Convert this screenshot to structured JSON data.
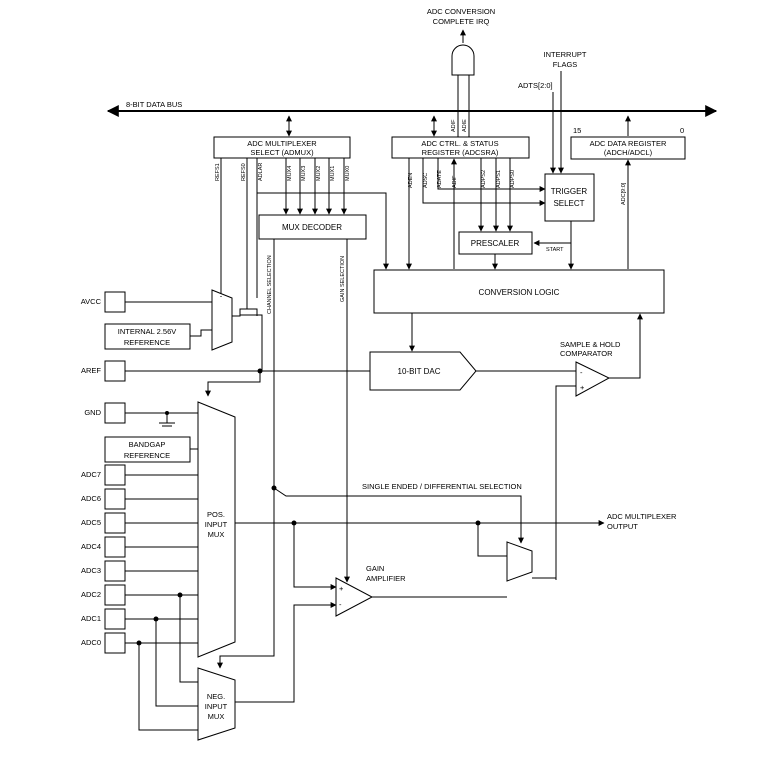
{
  "diagram": {
    "labels": {
      "irq_line1": "ADC CONVERSION",
      "irq_line2": "COMPLETE IRQ",
      "int_flags_line1": "INTERRUPT",
      "int_flags_line2": "FLAGS",
      "adts": "ADTS[2:0]",
      "data_bus": "8-BIT DATA BUS",
      "bit15": "15",
      "bit0": "0",
      "start": "START",
      "single_diff": "SINGLE ENDED / DIFFERENTIAL SELECTION",
      "mux_out_line1": "ADC MULTIPLEXER",
      "mux_out_line2": "OUTPUT",
      "sh_line1": "SAMPLE & HOLD",
      "sh_line2": "COMPARATOR",
      "gain_line1": "GAIN",
      "gain_line2": "AMPLIFIER",
      "channel_sel": "CHANNEL SELECTION",
      "gain_sel": "GAIN SELECTION",
      "adif_gate": "ADIF",
      "adie_gate": "ADIE",
      "adc_bits": "ADC[9:0]",
      "plus": "+",
      "minus": "-"
    },
    "blocks": {
      "admux_line1": "ADC MULTIPLEXER",
      "admux_line2": "SELECT (ADMUX)",
      "adcsra_line1": "ADC CTRL. & STATUS",
      "adcsra_line2": "REGISTER (ADCSRA)",
      "adcdata_line1": "ADC DATA REGISTER",
      "adcdata_line2": "(ADCH/ADCL)",
      "trigger_line1": "TRIGGER",
      "trigger_line2": "SELECT",
      "prescaler": "PRESCALER",
      "mux_decoder": "MUX DECODER",
      "conversion_logic": "CONVERSION LOGIC",
      "dac": "10-BIT DAC",
      "int_ref_line1": "INTERNAL 2.56V",
      "int_ref_line2": "REFERENCE",
      "bandgap_line1": "BANDGAP",
      "bandgap_line2": "REFERENCE",
      "pos_mux_line1": "POS.",
      "pos_mux_line2": "INPUT",
      "pos_mux_line3": "MUX",
      "neg_mux_line1": "NEG.",
      "neg_mux_line2": "INPUT",
      "neg_mux_line3": "MUX"
    },
    "admux_bits": [
      "REFS1",
      "REFS0",
      "ADLAR",
      "MUX4",
      "MUX3",
      "MUX2",
      "MUX1",
      "MUX0"
    ],
    "adcsra_bits": [
      "ADEN",
      "ADSC",
      "ADATE",
      "ADIF",
      "ADPS2",
      "ADPS1",
      "ADPS0"
    ],
    "pins": [
      "AVCC",
      "AREF",
      "GND",
      "ADC7",
      "ADC6",
      "ADC5",
      "ADC4",
      "ADC3",
      "ADC2",
      "ADC1",
      "ADC0"
    ]
  }
}
